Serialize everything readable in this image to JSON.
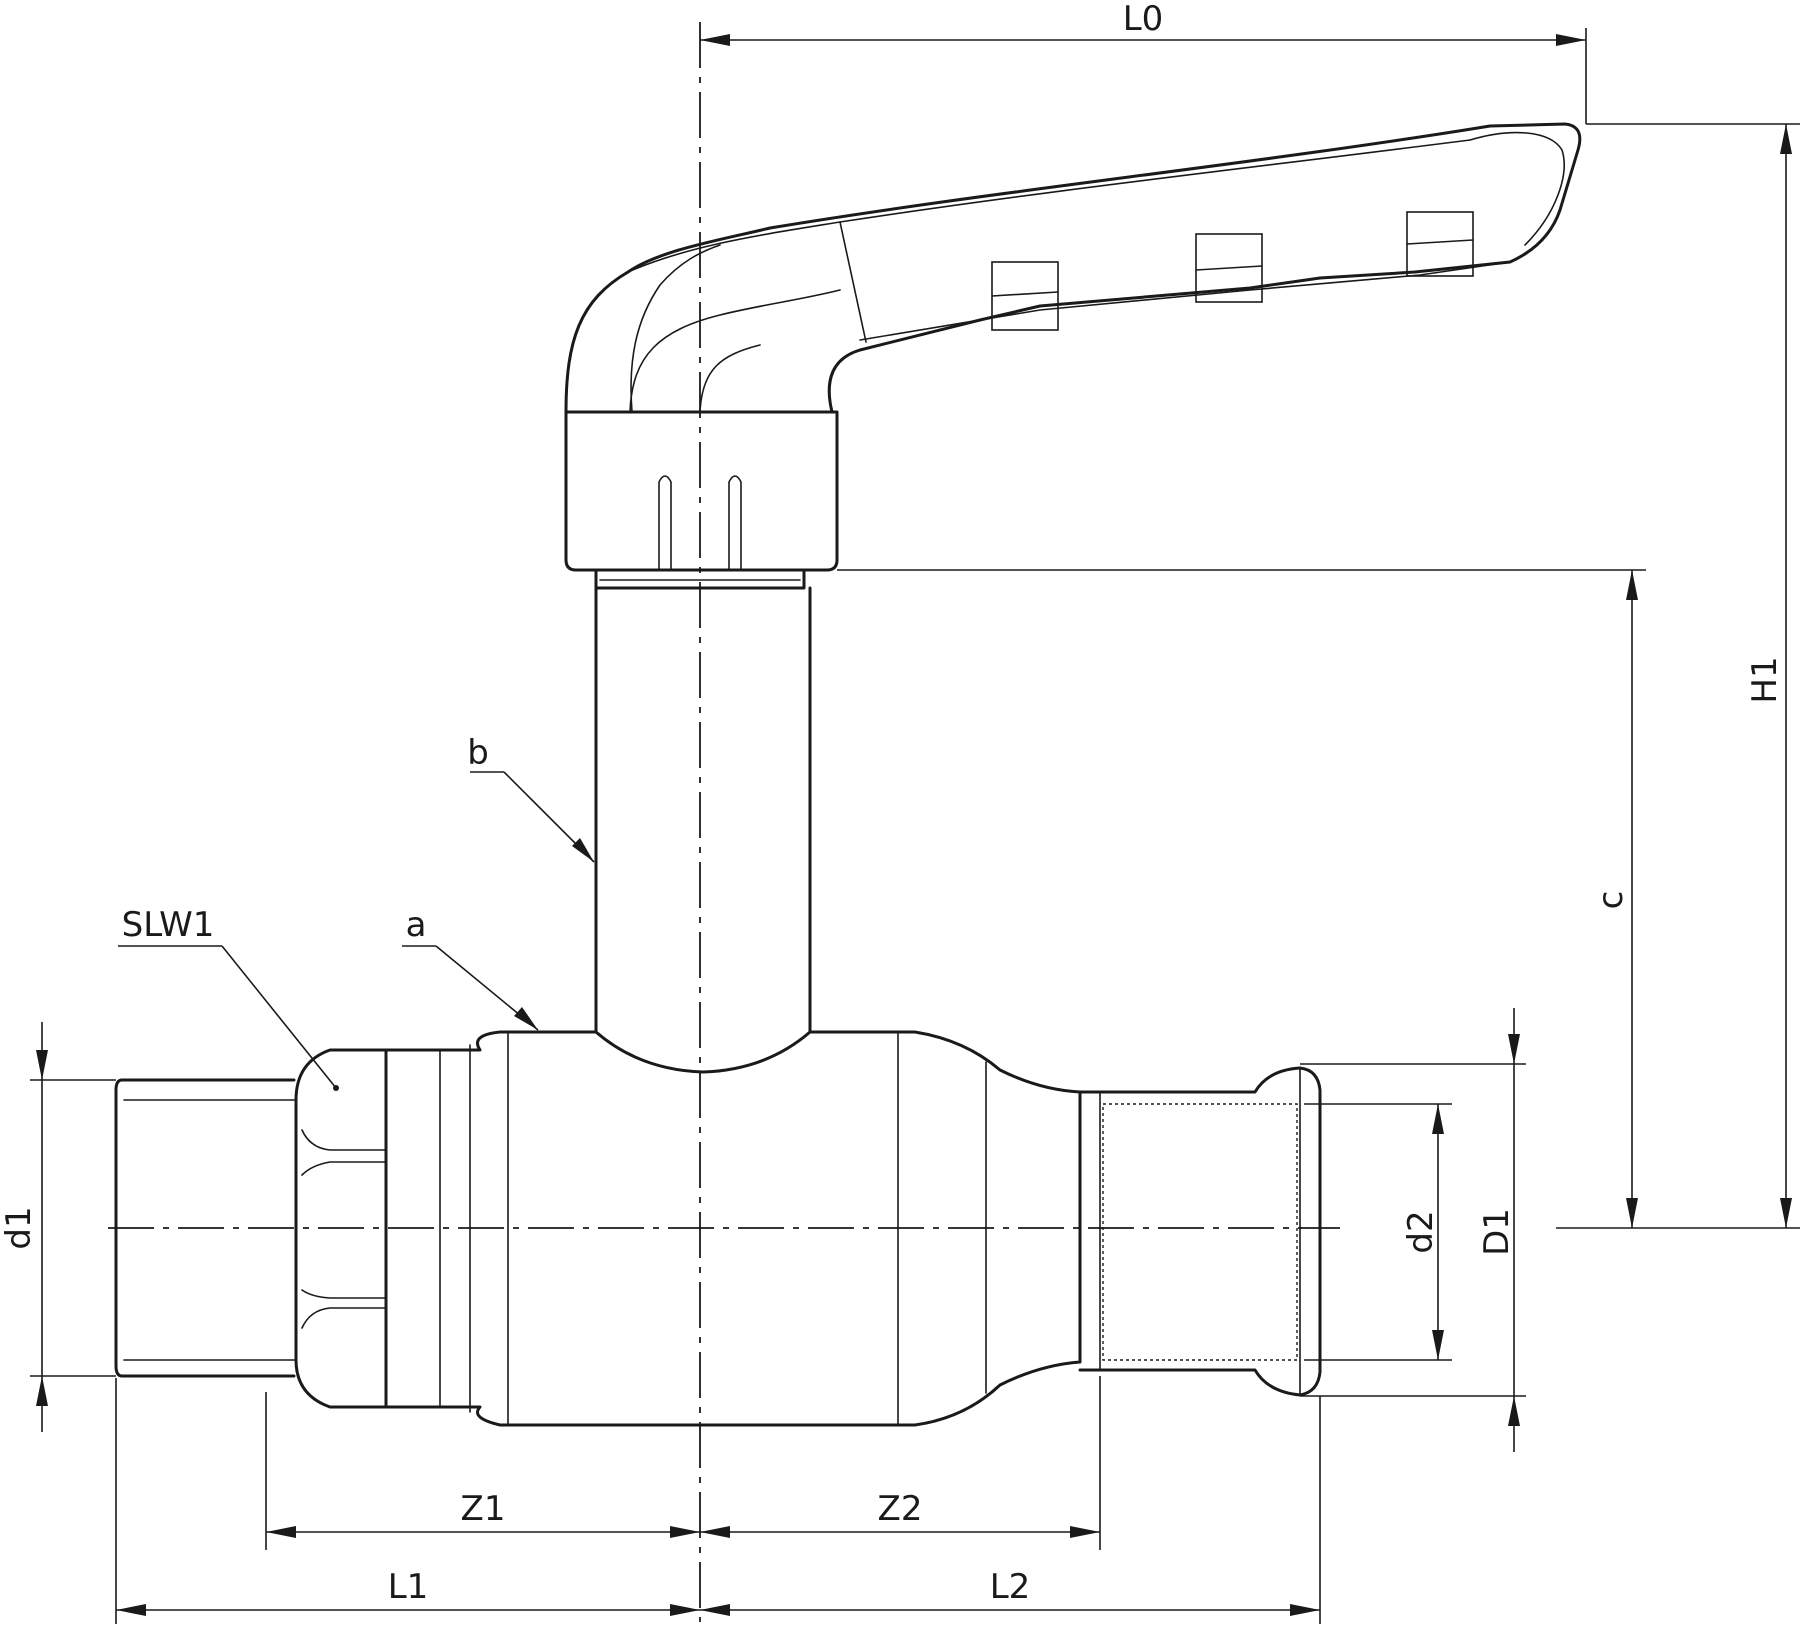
{
  "labels": {
    "L0": "L0",
    "H1": "H1",
    "c": "c",
    "b": "b",
    "a": "a",
    "SLW1": "SLW1",
    "d1": "d1",
    "d2": "d2",
    "D1": "D1",
    "Z1": "Z1",
    "Z2": "Z2",
    "L1": "L1",
    "L2": "L2"
  }
}
